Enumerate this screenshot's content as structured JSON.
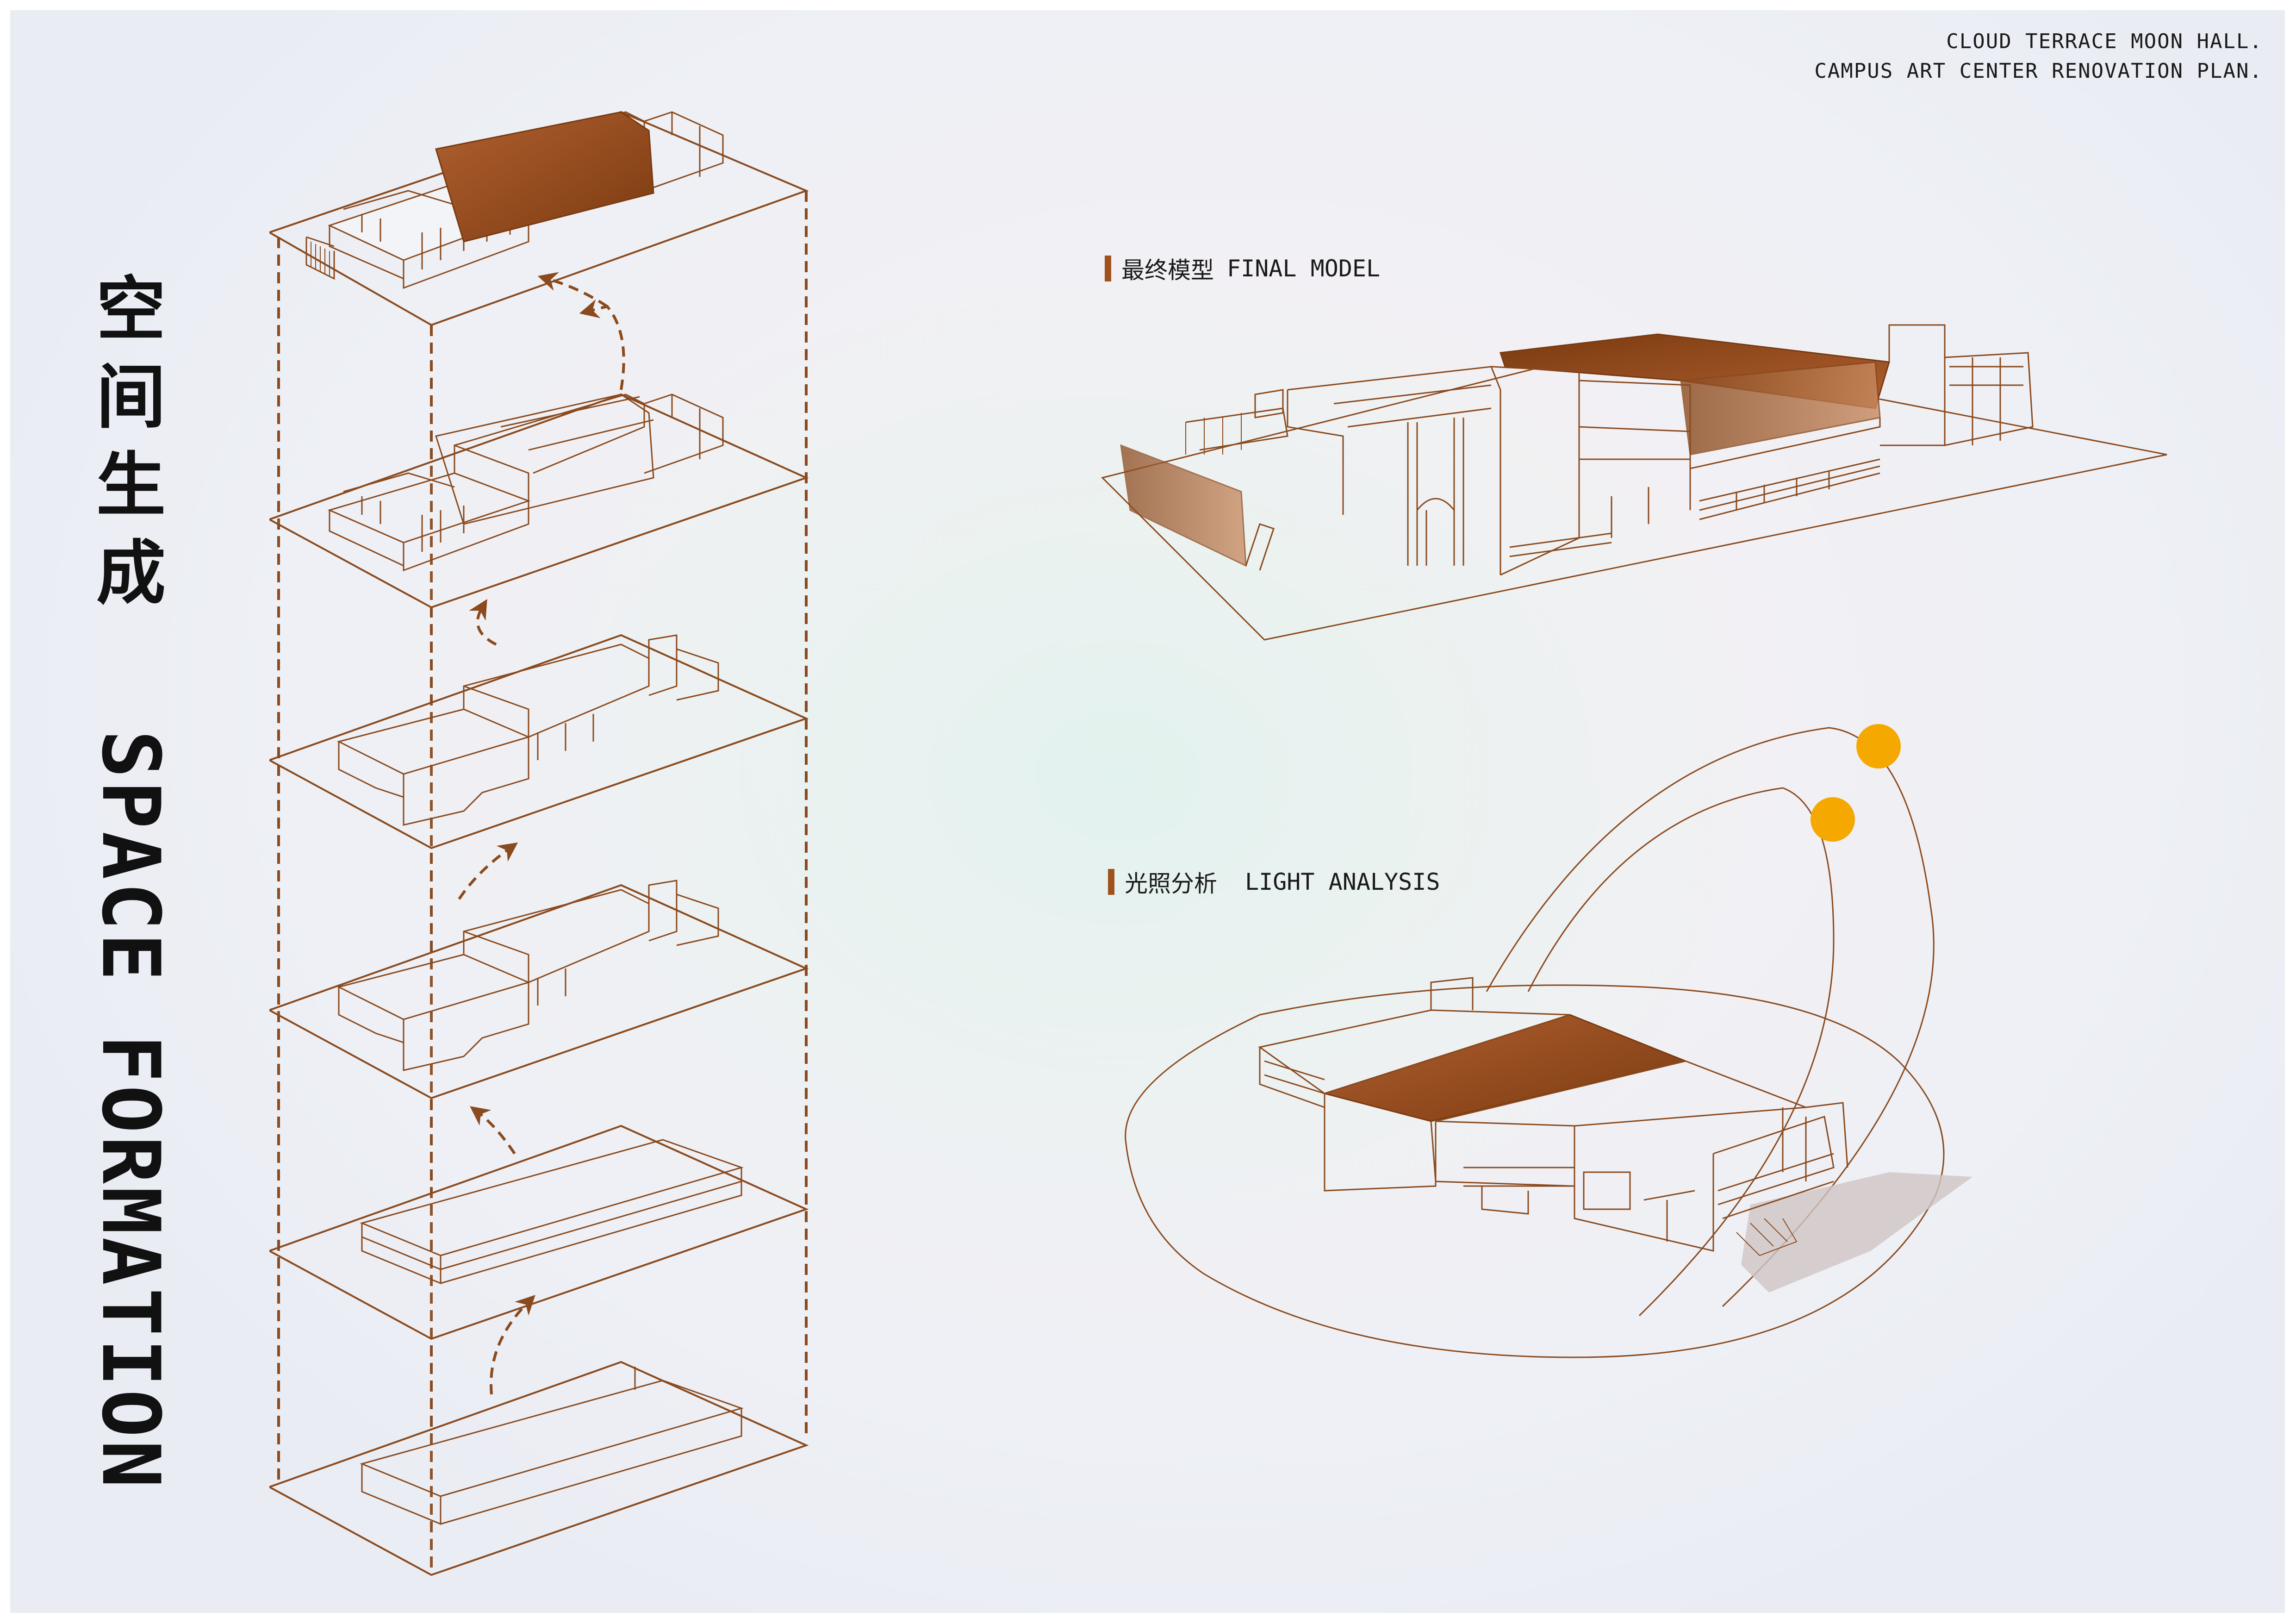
{
  "header": {
    "line1": "CLOUD TERRACE MOON HALL.",
    "line2": "CAMPUS ART CENTER RENOVATION PLAN."
  },
  "title": {
    "cn_chars": [
      "空",
      "间",
      "生",
      "成"
    ],
    "en": "SPACE FORMATION"
  },
  "sections": {
    "final_model": {
      "cn": "最终模型",
      "en": "FINAL MODEL"
    },
    "light_analysis": {
      "cn": "光照分析",
      "en": "LIGHT ANALYSIS"
    }
  },
  "colors": {
    "line": "#8a4a1e",
    "accent": "#a0521d",
    "roof_dark": "#7a3a10",
    "roof_light": "#b06030",
    "sun": "#f5a800",
    "shadow": "#cfc6c4"
  }
}
